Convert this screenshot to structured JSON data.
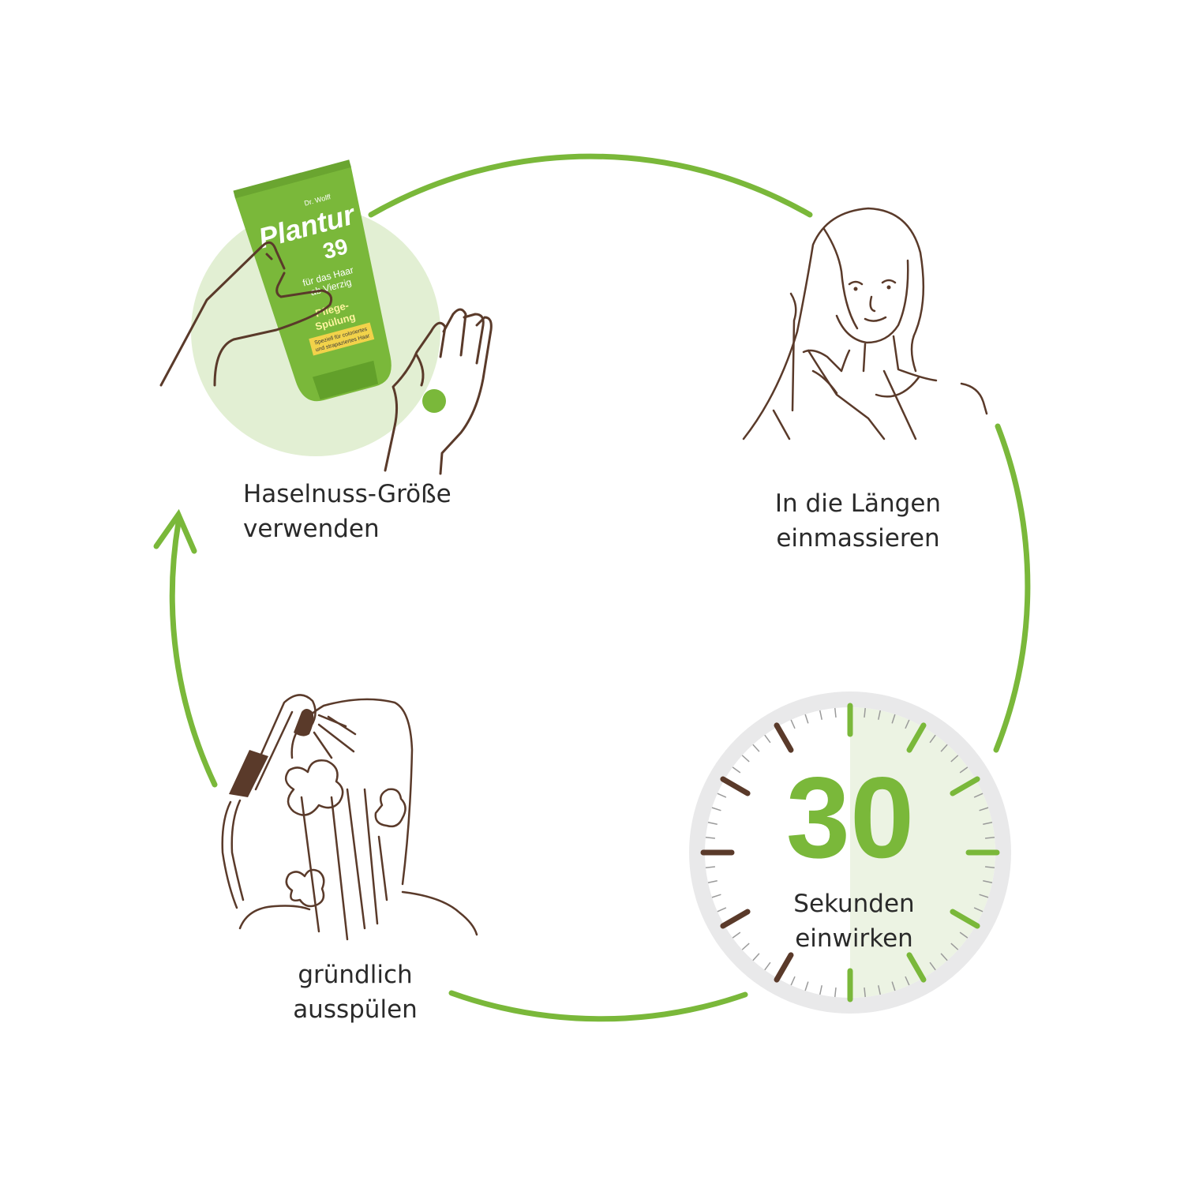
{
  "colors": {
    "accent_green": "#7ab83a",
    "light_green": "#e2efd3",
    "brown": "#5a3a2a",
    "dial_grey": "#e9e9ea",
    "text": "#2a2a2a"
  },
  "steps": [
    {
      "line1": "Haselnuss-Größe",
      "line2": "verwenden",
      "icon": "hand-with-tube-icon"
    },
    {
      "line1": "In die Längen",
      "line2": "einmassieren",
      "icon": "woman-massaging-hair-icon"
    },
    {
      "line1": "Sekunden",
      "line2": "einwirken",
      "icon": "timer-icon"
    },
    {
      "line1": "gründlich",
      "line2": "ausspülen",
      "icon": "shower-rinse-icon"
    }
  ],
  "timer": {
    "value": "30"
  },
  "product": {
    "maker": "Dr. Wolff",
    "brand": "Plantur",
    "number": "39",
    "tagline1": "für das Haar",
    "tagline2": "ab Vierzig",
    "name1": "Pflege-",
    "name2": "Spülung",
    "note1": "Speziell für coloriertes",
    "note2": "und strapaziertes Haar"
  }
}
